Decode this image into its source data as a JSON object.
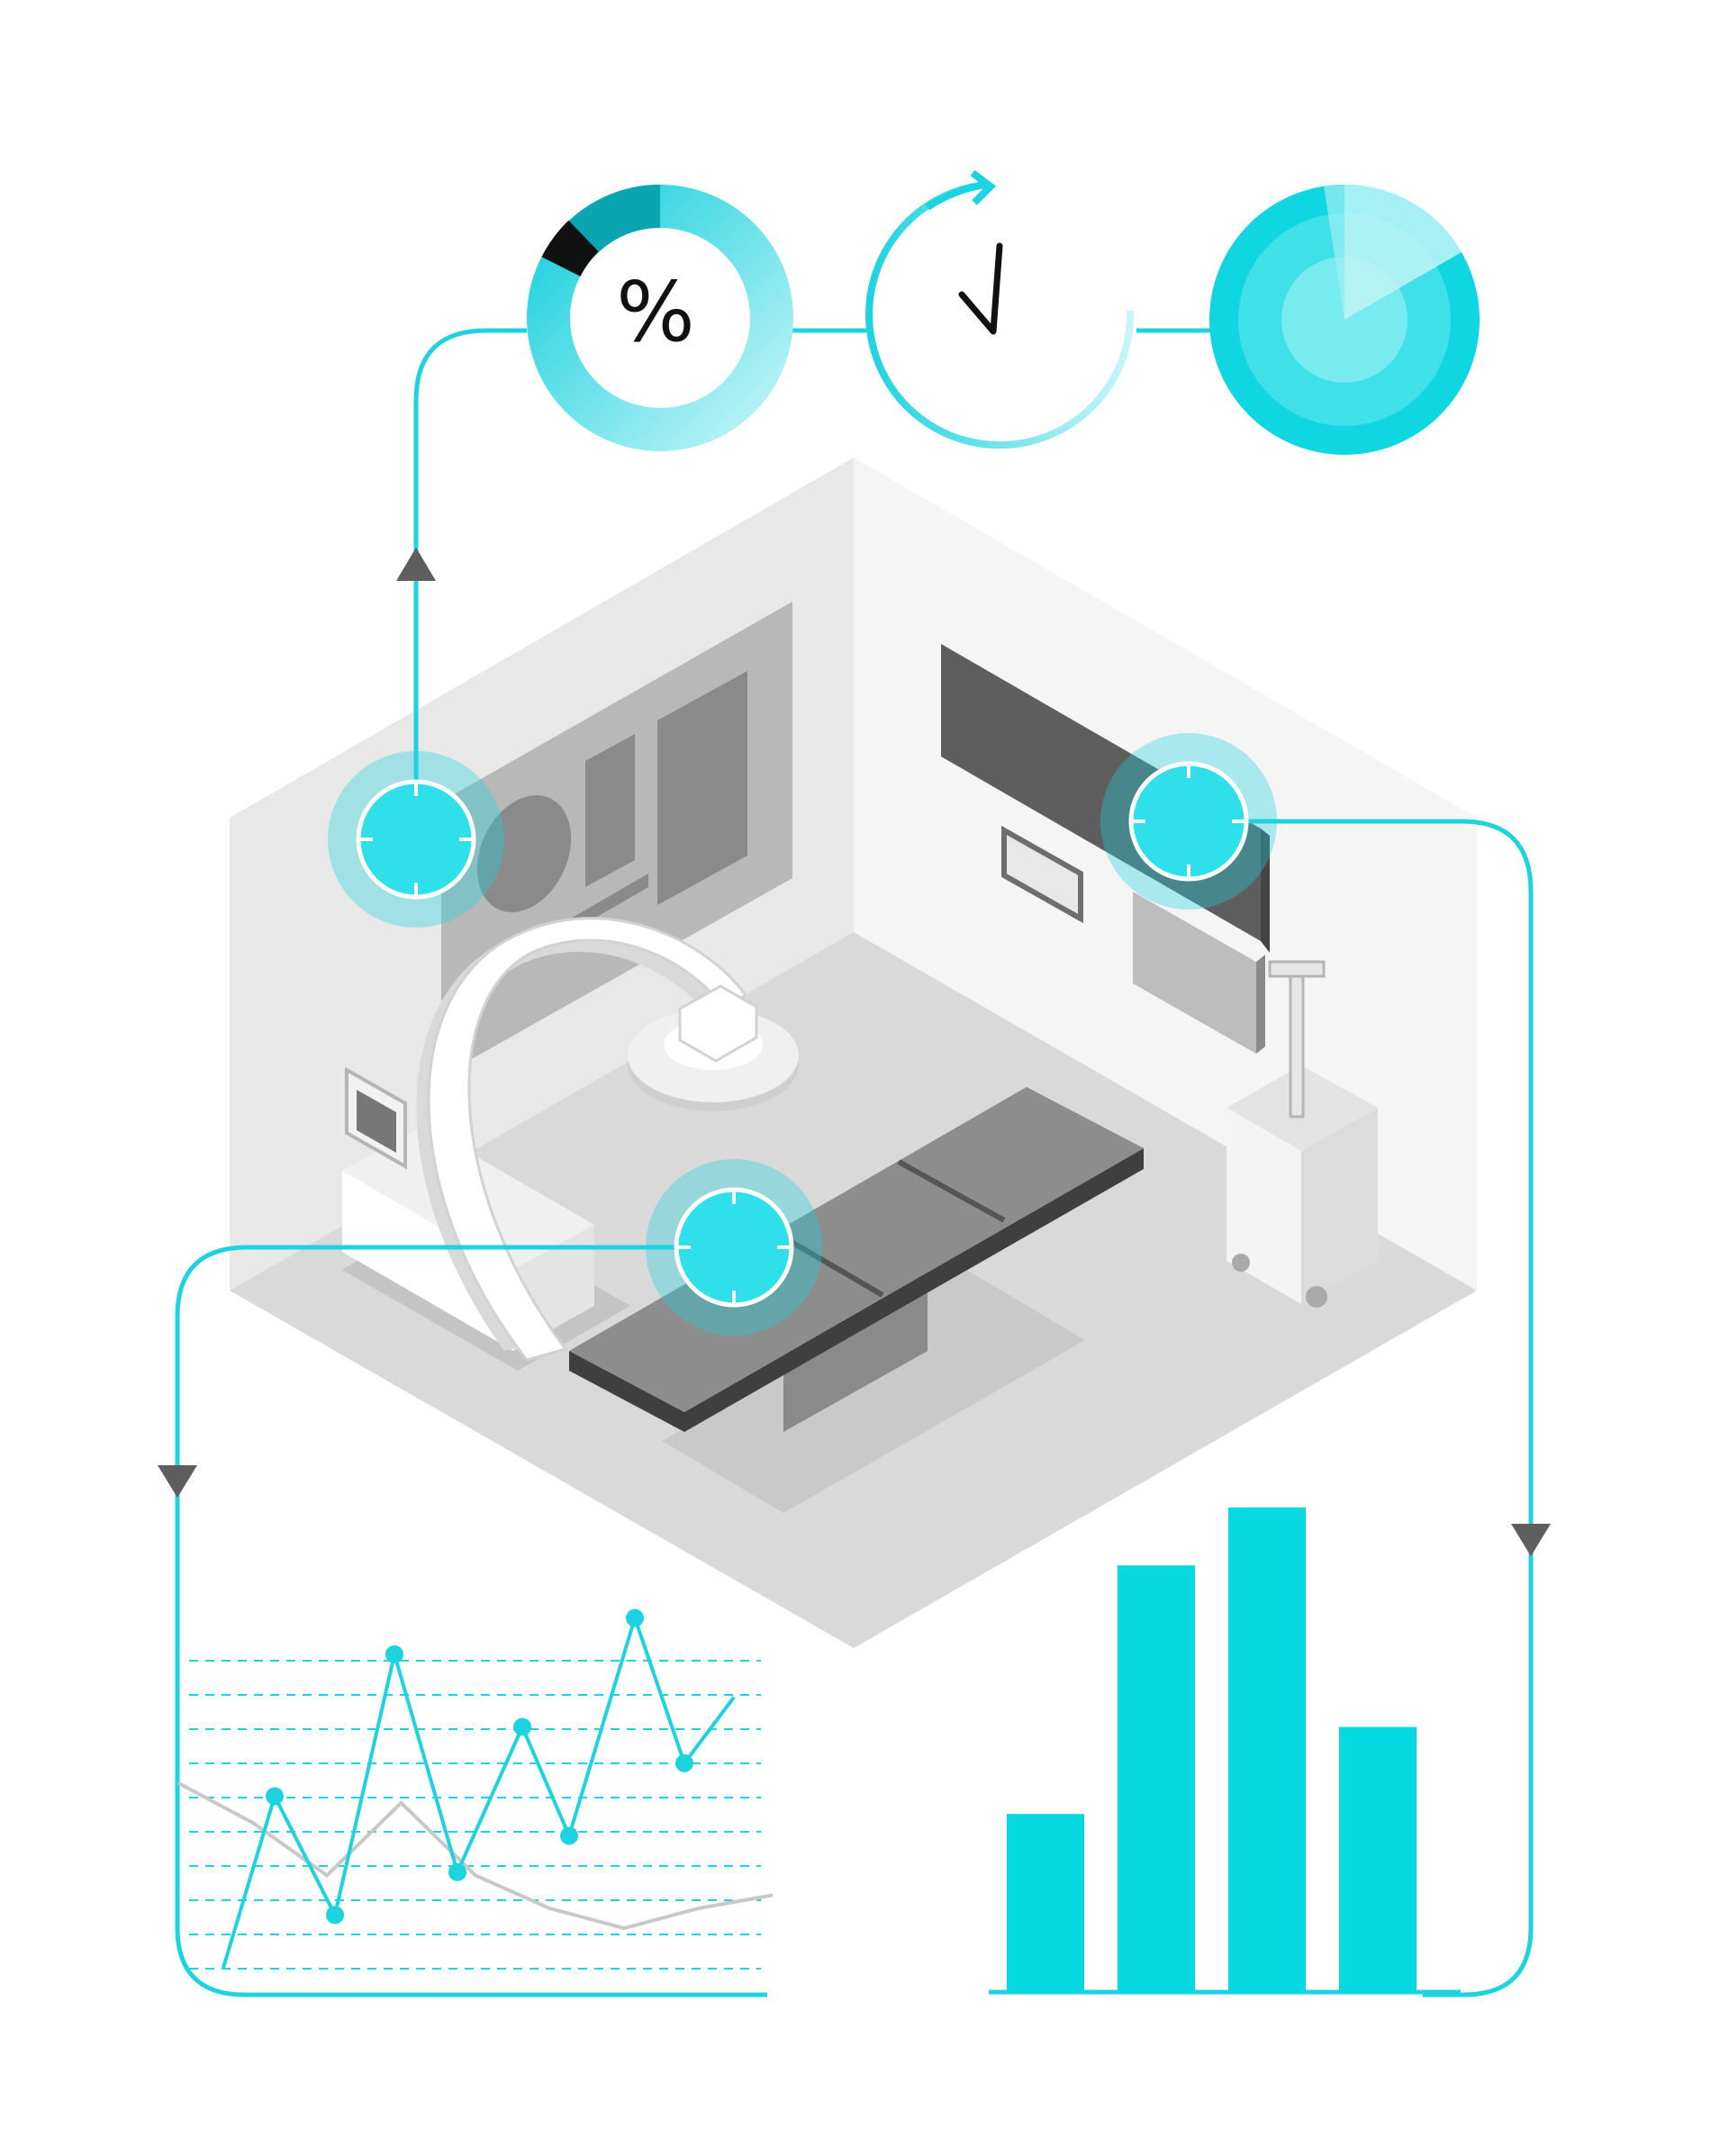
{
  "percent_widget": {
    "symbol": "%",
    "icon": "percent-icon"
  },
  "clock_widget": {
    "icon": "clock-refresh-icon"
  },
  "radar_widget": {
    "icon": "radar-icon"
  },
  "colors": {
    "accent": "#1ed3e0",
    "accent_light": "#a8eef3",
    "accent_dark": "#0aa5b0",
    "room_wall_left": "#e8e8e8",
    "room_wall_right": "#f5f5f5",
    "room_floor": "#d9d9d9",
    "dark_gray": "#5e5e5e",
    "mid_gray": "#8a8a8a"
  },
  "chart_data": [
    {
      "type": "line",
      "series": [
        {
          "values": [
            0,
            52,
            16,
            95,
            29,
            73,
            40,
            106,
            62,
            82
          ]
        },
        {
          "values": [
            56,
            44,
            28,
            50,
            28,
            18,
            12,
            18,
            22
          ]
        }
      ],
      "grid": true
    },
    {
      "type": "bar",
      "values": [
        43,
        103,
        117,
        64
      ],
      "grid": false
    }
  ]
}
